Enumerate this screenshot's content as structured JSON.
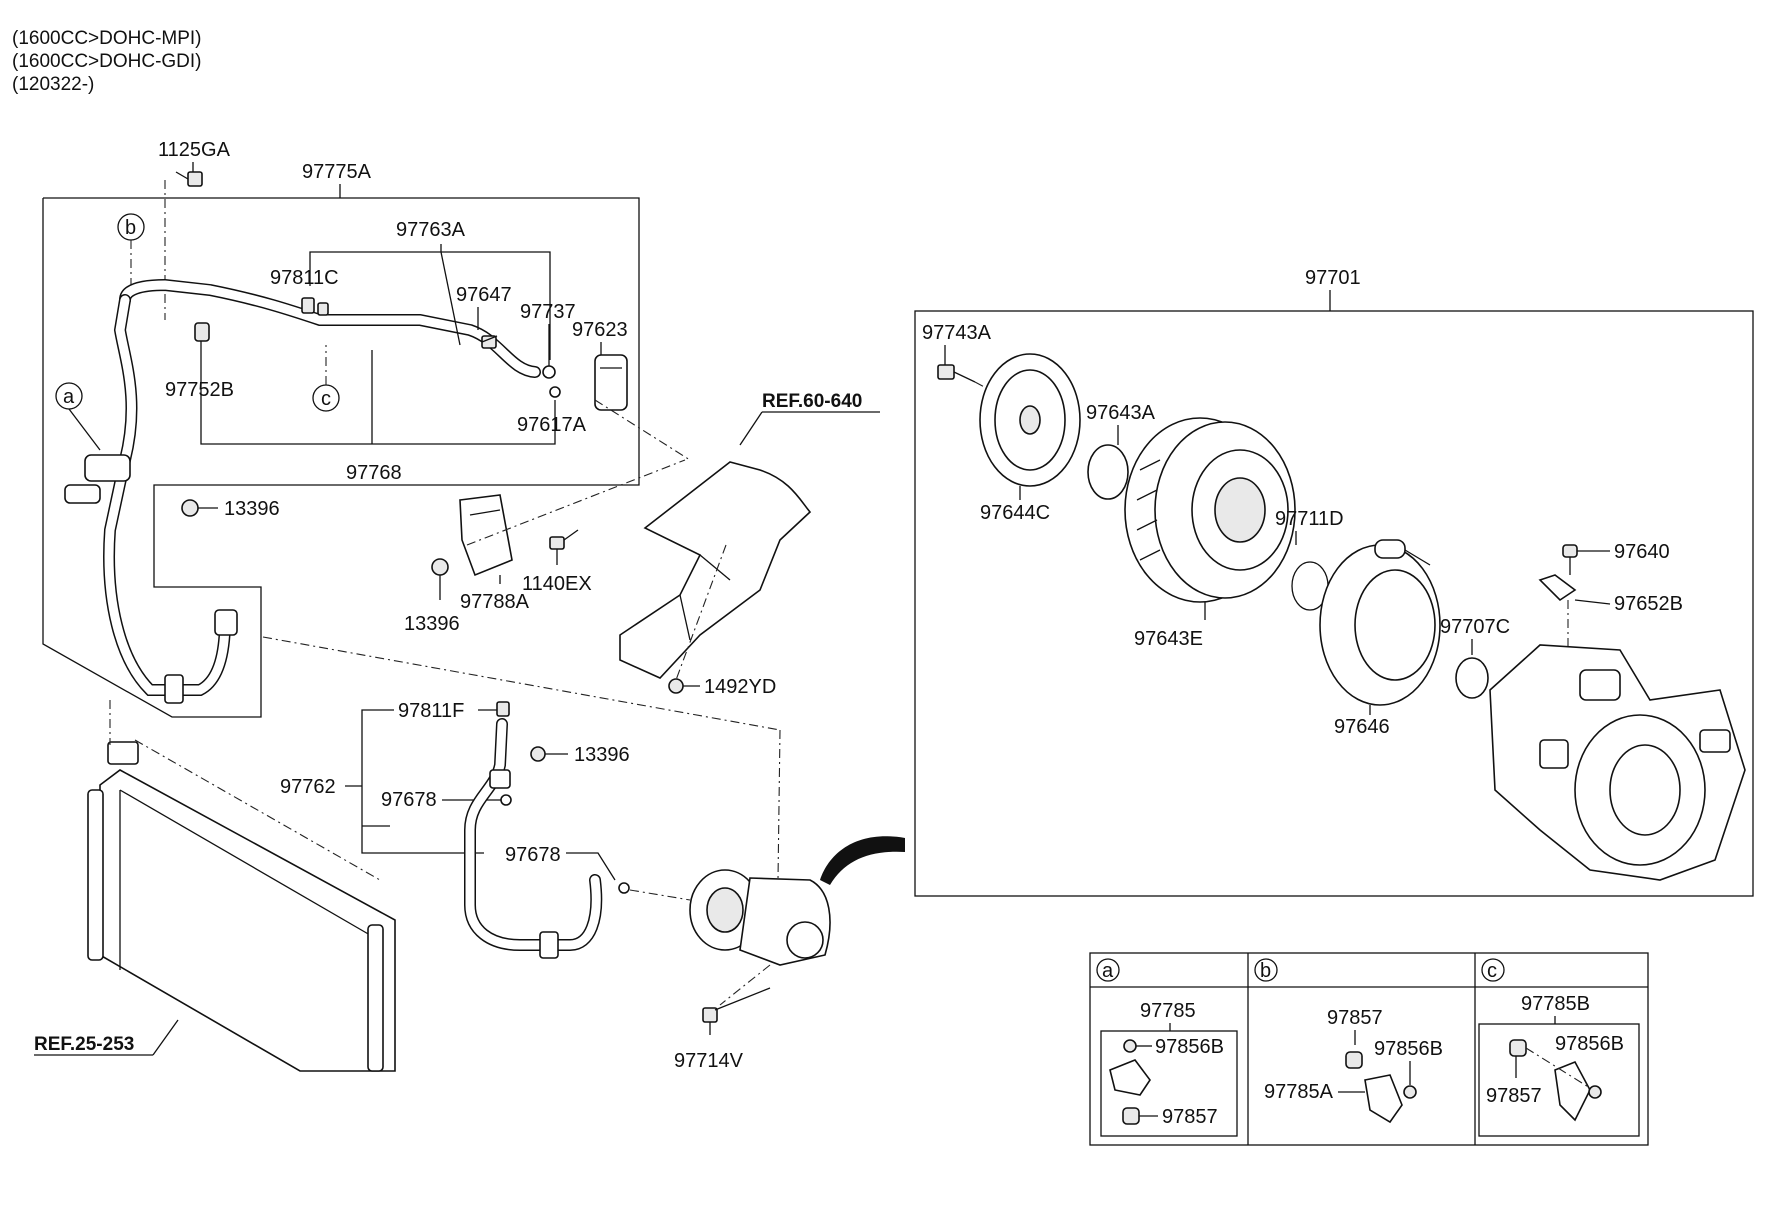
{
  "header": {
    "lines": [
      "(1600CC>DOHC-MPI)",
      "(1600CC>DOHC-GDI)",
      "(120322-)"
    ]
  },
  "refs": {
    "ref_60_640": "REF.60-640",
    "ref_25_253": "REF.25-253"
  },
  "labels": {
    "p1125GA": "1125GA",
    "p97775A": "97775A",
    "p97763A": "97763A",
    "p97811C": "97811C",
    "p97647": "97647",
    "p97737": "97737",
    "p97623": "97623",
    "p97752B": "97752B",
    "p97617A": "97617A",
    "p97768": "97768",
    "p13396_a": "13396",
    "p13396_b": "13396",
    "p13396_c": "13396",
    "p97788A": "97788A",
    "p1140EX": "1140EX",
    "p1492YD": "1492YD",
    "p97811F": "97811F",
    "p97762": "97762",
    "p97678_a": "97678",
    "p97678_b": "97678",
    "p97714V": "97714V",
    "p97701": "97701",
    "p97743A": "97743A",
    "p97643A": "97643A",
    "p97644C": "97644C",
    "p97711D": "97711D",
    "p97643E": "97643E",
    "p97640": "97640",
    "p97652B": "97652B",
    "p97707C": "97707C",
    "p97646": "97646"
  },
  "callouts": {
    "a": "a",
    "b": "b",
    "c": "c"
  },
  "detail_table": {
    "cells": [
      {
        "key": "a",
        "title": "97785",
        "parts": [
          "97856B",
          "97857"
        ]
      },
      {
        "key": "b",
        "title": "97857",
        "parts": [
          "97856B",
          "97785A"
        ]
      },
      {
        "key": "c",
        "title": "97785B",
        "parts": [
          "97856B",
          "97857"
        ]
      }
    ]
  }
}
